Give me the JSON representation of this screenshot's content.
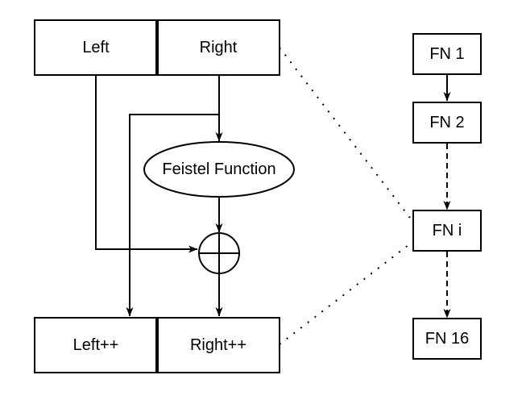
{
  "colors": {
    "background": "#ffffff",
    "stroke": "#000000",
    "text": "#000000"
  },
  "nodes": {
    "left": "Left",
    "right": "Right",
    "feistel": "Feistel Function",
    "left_pp": "Left++",
    "right_pp": "Right++",
    "fn1": "FN 1",
    "fn2": "FN 2",
    "fni": "FN i",
    "fn16": "FN 16"
  },
  "icons": {
    "xor": "xor-circle-plus"
  }
}
